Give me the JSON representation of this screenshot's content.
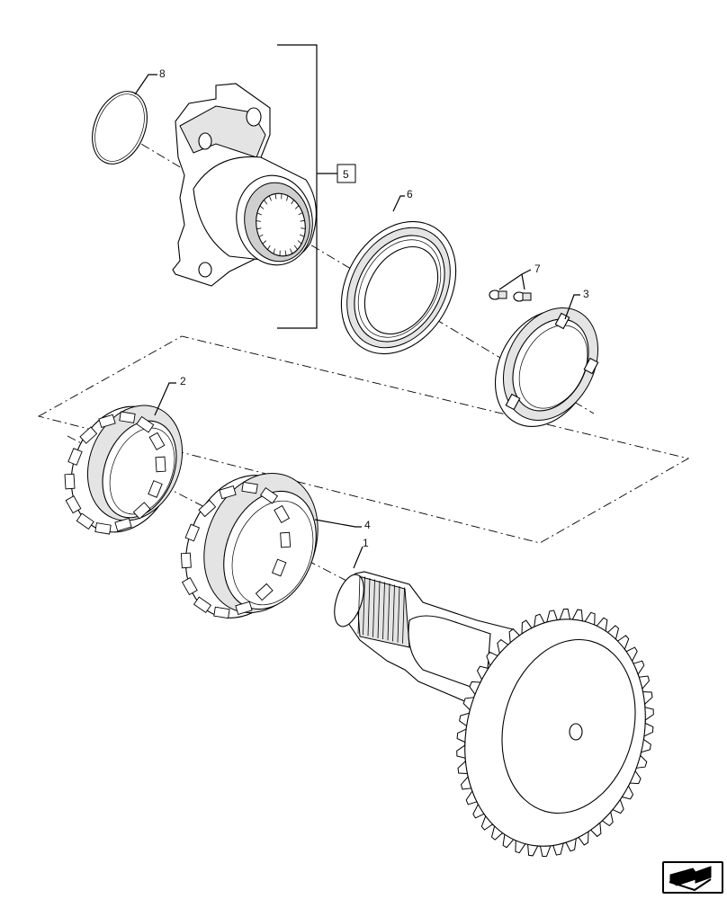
{
  "callouts": {
    "part_1": "1",
    "part_2": "2",
    "part_3": "3",
    "part_4": "4",
    "part_5": "5",
    "part_6": "6",
    "part_7": "7",
    "part_8": "8"
  },
  "icons": {
    "nav_arrow": "next-page-arrow-icon"
  },
  "colors": {
    "line": "#000000",
    "shade": "#e4e4e4",
    "background": "#ffffff"
  }
}
